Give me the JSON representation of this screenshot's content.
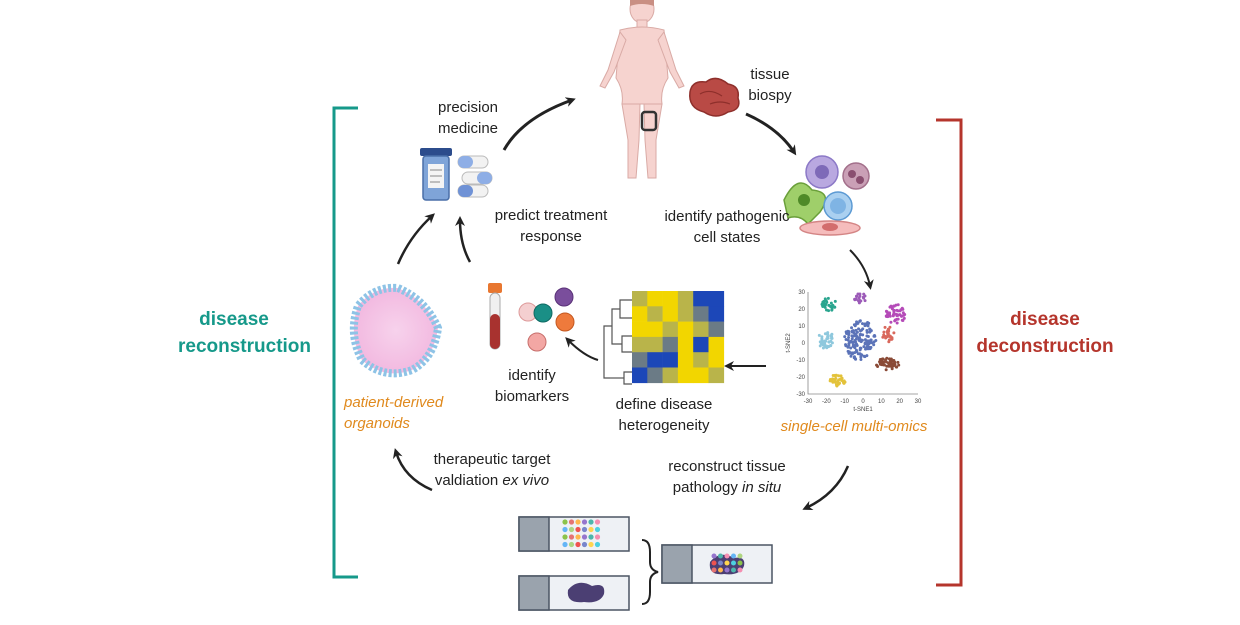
{
  "labels": {
    "tissue_biopsy": [
      "tissue",
      "biospy"
    ],
    "precision_medicine": [
      "precision",
      "medicine"
    ],
    "predict_response": [
      "predict treatment",
      "response"
    ],
    "pathogenic_states": [
      "identify pathogenic",
      "cell states"
    ],
    "identify_biomarkers": [
      "identify",
      "biomarkers"
    ],
    "define_heterogeneity": [
      "define disease",
      "heterogeneity"
    ],
    "single_cell": "single-cell multi-omics",
    "organoids": [
      "patient-derived",
      "organoids"
    ],
    "target_validation": {
      "line1": "therapeutic target",
      "line2_plain": "valdiation ",
      "line2_italic": "ex vivo"
    },
    "reconstruct_pathology": {
      "line1": "reconstruct tissue",
      "line2_plain": "pathology ",
      "line2_italic": "in situ"
    }
  },
  "side_labels": {
    "reconstruction": [
      "disease",
      "reconstruction"
    ],
    "deconstruction": [
      "disease",
      "deconstruction"
    ]
  },
  "tsne": {
    "xlabel": "t-SNE1",
    "ylabel": "t-SNE2",
    "x_ticks": [
      "-30",
      "-20",
      "-10",
      "0",
      "10",
      "20",
      "30"
    ],
    "y_ticks": [
      "30",
      "20",
      "10",
      "0",
      "-10",
      "-20",
      "-30"
    ]
  },
  "colors": {
    "teal": "#16998a",
    "red": "#b5352c",
    "orange": "#e08a1e",
    "heat_blue": "#1c47b8",
    "heat_yellow": "#f2d600",
    "heat_olive": "#b9b44a",
    "heat_slate": "#6b7b86"
  }
}
